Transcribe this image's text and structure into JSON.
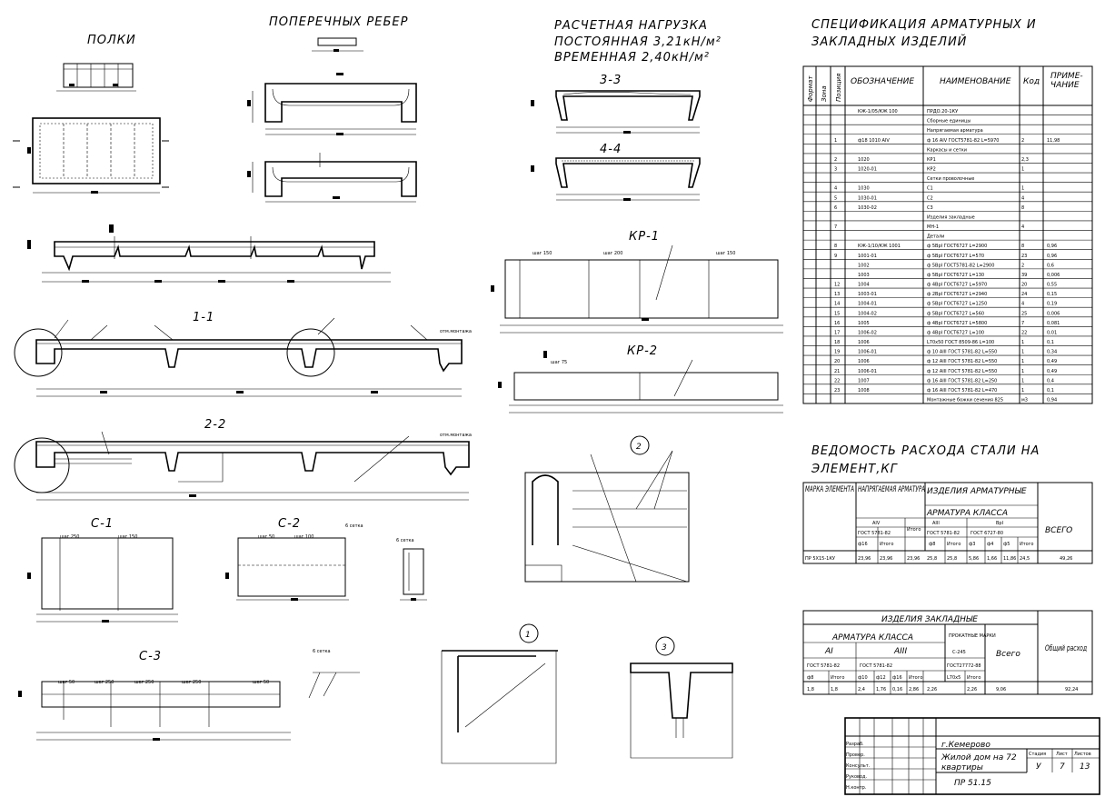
{
  "titles": {
    "polki": "ПОЛКИ",
    "poperechnye": "ПОПЕРЕЧНЫХ РЕБЕР",
    "load_title": "РАСЧЕТНАЯ НАГРУЗКА",
    "load_permanent": "ПОСТОЯННАЯ 3,21кН/м²",
    "load_temporary": "ВРЕМЕННАЯ 2,40кН/м²",
    "spec_line1": "СПЕЦИФИКАЦИЯ АРМАТУРНЫХ И",
    "spec_line2": "ЗАКЛАДНЫХ ИЗДЕЛИЙ",
    "steel_line1": "ВЕДОМОСТЬ РАСХОДА СТАЛИ НА",
    "steel_line2": "ЭЛЕМЕНТ,КГ"
  },
  "section_labels": {
    "s11": "1-1",
    "s22": "2-2",
    "s33": "3-3",
    "s44": "4-4",
    "kr1": "КР-1",
    "kr2": "КР-2",
    "c1": "С-1",
    "c2": "С-2",
    "c3": "С-3",
    "n1": "1",
    "n2": "2",
    "n3": "3"
  },
  "spec_table": {
    "headers": [
      "Формат",
      "Зона",
      "Позиция",
      "ОБОЗНАЧЕНИЕ",
      "НАИМЕНОВАНИЕ",
      "Код",
      "ПРИМЕ-\nЧАНИЕ"
    ],
    "rows": [
      [
        "",
        "КЖ-1/05/КЖ 100",
        "ПРДО.20-1КУ",
        "",
        ""
      ],
      [
        "",
        "",
        "Сборные единицы",
        "",
        ""
      ],
      [
        "",
        "",
        "Напрягаемая арматура",
        "",
        ""
      ],
      [
        "1",
        "ф18 1010 АIV",
        "ф 16 АIV ГОСТ5781-82 L=5970",
        "2",
        "11,98"
      ],
      [
        "",
        "",
        "Каркасы и сетки",
        "",
        ""
      ],
      [
        "2",
        "1020",
        "КР1",
        "2,3",
        ""
      ],
      [
        "3",
        "1020-01",
        "КР2",
        "1",
        ""
      ],
      [
        "",
        "",
        "Сетки проволочные",
        "",
        ""
      ],
      [
        "4",
        "1030",
        "С1",
        "1",
        ""
      ],
      [
        "5",
        "1030-01",
        "С2",
        "4",
        ""
      ],
      [
        "6",
        "1030-02",
        "С3",
        "8",
        ""
      ],
      [
        "",
        "",
        "Изделия закладные",
        "",
        ""
      ],
      [
        "7",
        "",
        "МН-1",
        "4",
        ""
      ],
      [
        "",
        "",
        "Детали",
        "",
        ""
      ],
      [
        "8",
        "КЖ-1/10/КЖ 1001",
        "ф 5ВрI ГОСТ6727 L=2900",
        "8",
        "0,96"
      ],
      [
        "9",
        "1001-01",
        "ф 5ВрI ГОСТ6727 L=570",
        "23",
        "0,96"
      ],
      [
        "",
        "1002",
        "ф 5ВрI ГОСТ5781-82 L=2900",
        "2",
        "0,6"
      ],
      [
        "",
        "1003",
        "ф 5ВрI ГОСТ6727 L=130",
        "39",
        "0,006"
      ],
      [
        "12",
        "1004",
        "ф 4ВрI ГОСТ6727 L=5970",
        "20",
        "0,55"
      ],
      [
        "13",
        "1003-01",
        "ф 2ВрI ГОСТ6727 L=2940",
        "24",
        "0,15"
      ],
      [
        "14",
        "1004-01",
        "ф 5ВрI ГОСТ6727 L=1250",
        "4",
        "0,19"
      ],
      [
        "15",
        "1004-02",
        "ф 5ВрI ГОСТ6727 L=560",
        "25",
        "0,006"
      ],
      [
        "16",
        "1005",
        "ф 4ВрI ГОСТ6727 L=5800",
        "7",
        "0,081"
      ],
      [
        "17",
        "1006-02",
        "ф 4ВрI ГОСТ6727 L=100",
        "22",
        "0,01"
      ],
      [
        "18",
        "1006",
        "L70х50 ГОСТ 8509-86 L=100",
        "1",
        "0,1"
      ],
      [
        "19",
        "1006-01",
        "ф 10 АIII ГОСТ 5781-82 L=550",
        "1",
        "0,34"
      ],
      [
        "20",
        "1006",
        "ф 12 АIII ГОСТ 5781-82 L=550",
        "1",
        "0,49"
      ],
      [
        "21",
        "1006-01",
        "ф 12 АIII ГОСТ 5781-82 L=550",
        "1",
        "0,49"
      ],
      [
        "22",
        "1007",
        "ф 16 АIII ГОСТ 5781-82 L=250",
        "1",
        "0,4"
      ],
      [
        "23",
        "1008",
        "ф 16 АIII ГОСТ 5781-82 L=470",
        "1",
        "0,1"
      ],
      [
        "",
        "",
        "Монтажные божки сечения 825",
        "м3",
        "0,94"
      ]
    ]
  },
  "steel_table": {
    "h_mark": "МАРКА ЭЛЕМЕНТА",
    "h_napr": "НАПРЯГАЕМАЯ АРМАТУРА",
    "h_izd": "ИЗДЕЛИЯ АРМАТУРНЫЕ",
    "h_klass": "АРМАТУРА КЛАССА",
    "h_total": "ВСЕГО",
    "sub_aiv": "АIV",
    "sub_gost1": "ГОСТ 5781-82",
    "sub_itogo": "Итого",
    "sub_aiii": "АIII",
    "sub_bp1": "ВрI",
    "sub_gost2": "ГОСТ 5781-82",
    "sub_gost3": "ГОСТ 6727-80",
    "cols": [
      "ф16",
      "Итого",
      "ф8",
      "Итого",
      "ф3",
      "ф4",
      "ф5",
      "Итого"
    ],
    "row": [
      "ПР 5X15-1КУ",
      "23,96",
      "23,96",
      "23,96",
      "25,8",
      "25,8",
      "5,86",
      "1,66",
      "11,86",
      "24,5",
      "49,26"
    ]
  },
  "zakl_table": {
    "title": "ИЗДЕЛИЯ ЗАКЛАДНЫЕ",
    "h_klass": "АРМАТУРА КЛАССА",
    "h_prokat": "ПРОКАТНЫЕ МАРКИ",
    "h_vsego": "Всего",
    "h_obsh": "Общий расход",
    "ai": "АI",
    "aiii": "АIII",
    "c245": "С-245",
    "gost_ai": "ГОСТ 5781-82",
    "gost_aiii": "ГОСТ 5781-82",
    "gost_pr": "ГОСТ27772-88",
    "cols": [
      "ф8",
      "Итого",
      "ф10",
      "ф12",
      "ф16",
      "Итого",
      "L70х5",
      "Итого"
    ],
    "row": [
      "1,8",
      "1,8",
      "2,4",
      "1,76",
      "0,16",
      "2,86",
      "2,26",
      "2,26",
      "9,06",
      "92,24"
    ]
  },
  "stamp": {
    "city": "г.Кемерово",
    "building": "Жилой дом на 72",
    "building2": "квартиры",
    "code": "ПР 51.15",
    "stage_h": "Стадия",
    "sheet_h": "Лист",
    "sheets_h": "Листов",
    "stage": "У",
    "sheet": "7",
    "sheets": "13",
    "r1": "Разраб.",
    "r2": "Провер.",
    "r3": "Консульт.",
    "r4": "Руковод.",
    "r5": "Н.контр."
  },
  "dims": {
    "sh150": "шаг 150",
    "sh200": "шаг 200",
    "sh250": "шаг 250",
    "sh50": "шаг 50",
    "sh100": "шаг 100",
    "sh75": "шаг 75",
    "sh6": "6 сетка",
    "otm": "отм.монтажа"
  }
}
